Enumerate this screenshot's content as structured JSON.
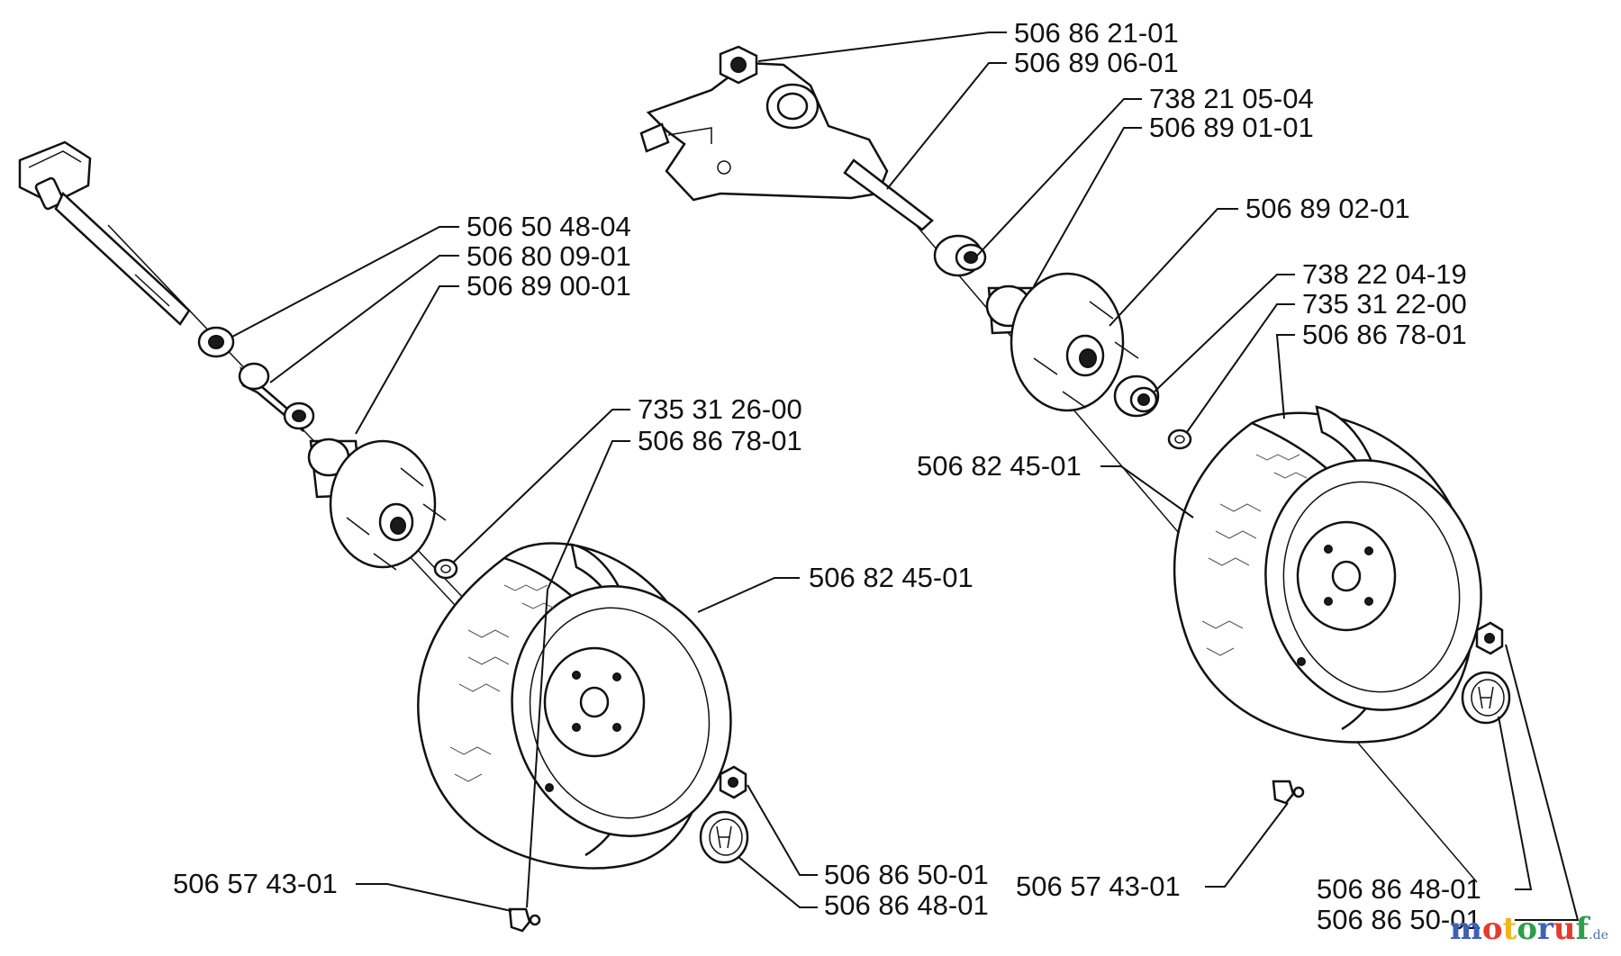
{
  "labels": {
    "l_5065048": "506 50 48-04",
    "l_5068009": "506 80 09-01",
    "l_5068900": "506 89 00-01",
    "l_7353126": "735 31 26-00",
    "l_5068678a": "506 86 78-01",
    "l_5068245a": "506 82 45-01",
    "l_5065743a": "506 57 43-01",
    "l_5068650a": "506 86 50-01",
    "l_5068648a": "506 86 48-01",
    "l_5068621": "506 86 21-01",
    "l_5068906": "506 89 06-01",
    "l_7382105": "738 21 05-04",
    "l_5068901": "506 89 01-01",
    "l_5068902": "506 89 02-01",
    "l_7382204": "738 22 04-19",
    "l_7353122": "735 31 22-00",
    "l_5068678b": "506 86 78-01",
    "l_5068245b": "506 82 45-01",
    "l_5065743b": "506 57 43-01",
    "l_5068648b": "506 86 48-01",
    "l_5068650b": "506 86 50-01"
  },
  "watermark": {
    "name": "motoruf",
    "tld": ".de",
    "colors": [
      "#3b62b5",
      "#e33b2e",
      "#f2b417",
      "#2e9e4a",
      "#3b62b5",
      "#e33b2e",
      "#2e9e4a"
    ]
  },
  "colors": {
    "ink": "#111111",
    "paper": "#ffffff"
  }
}
